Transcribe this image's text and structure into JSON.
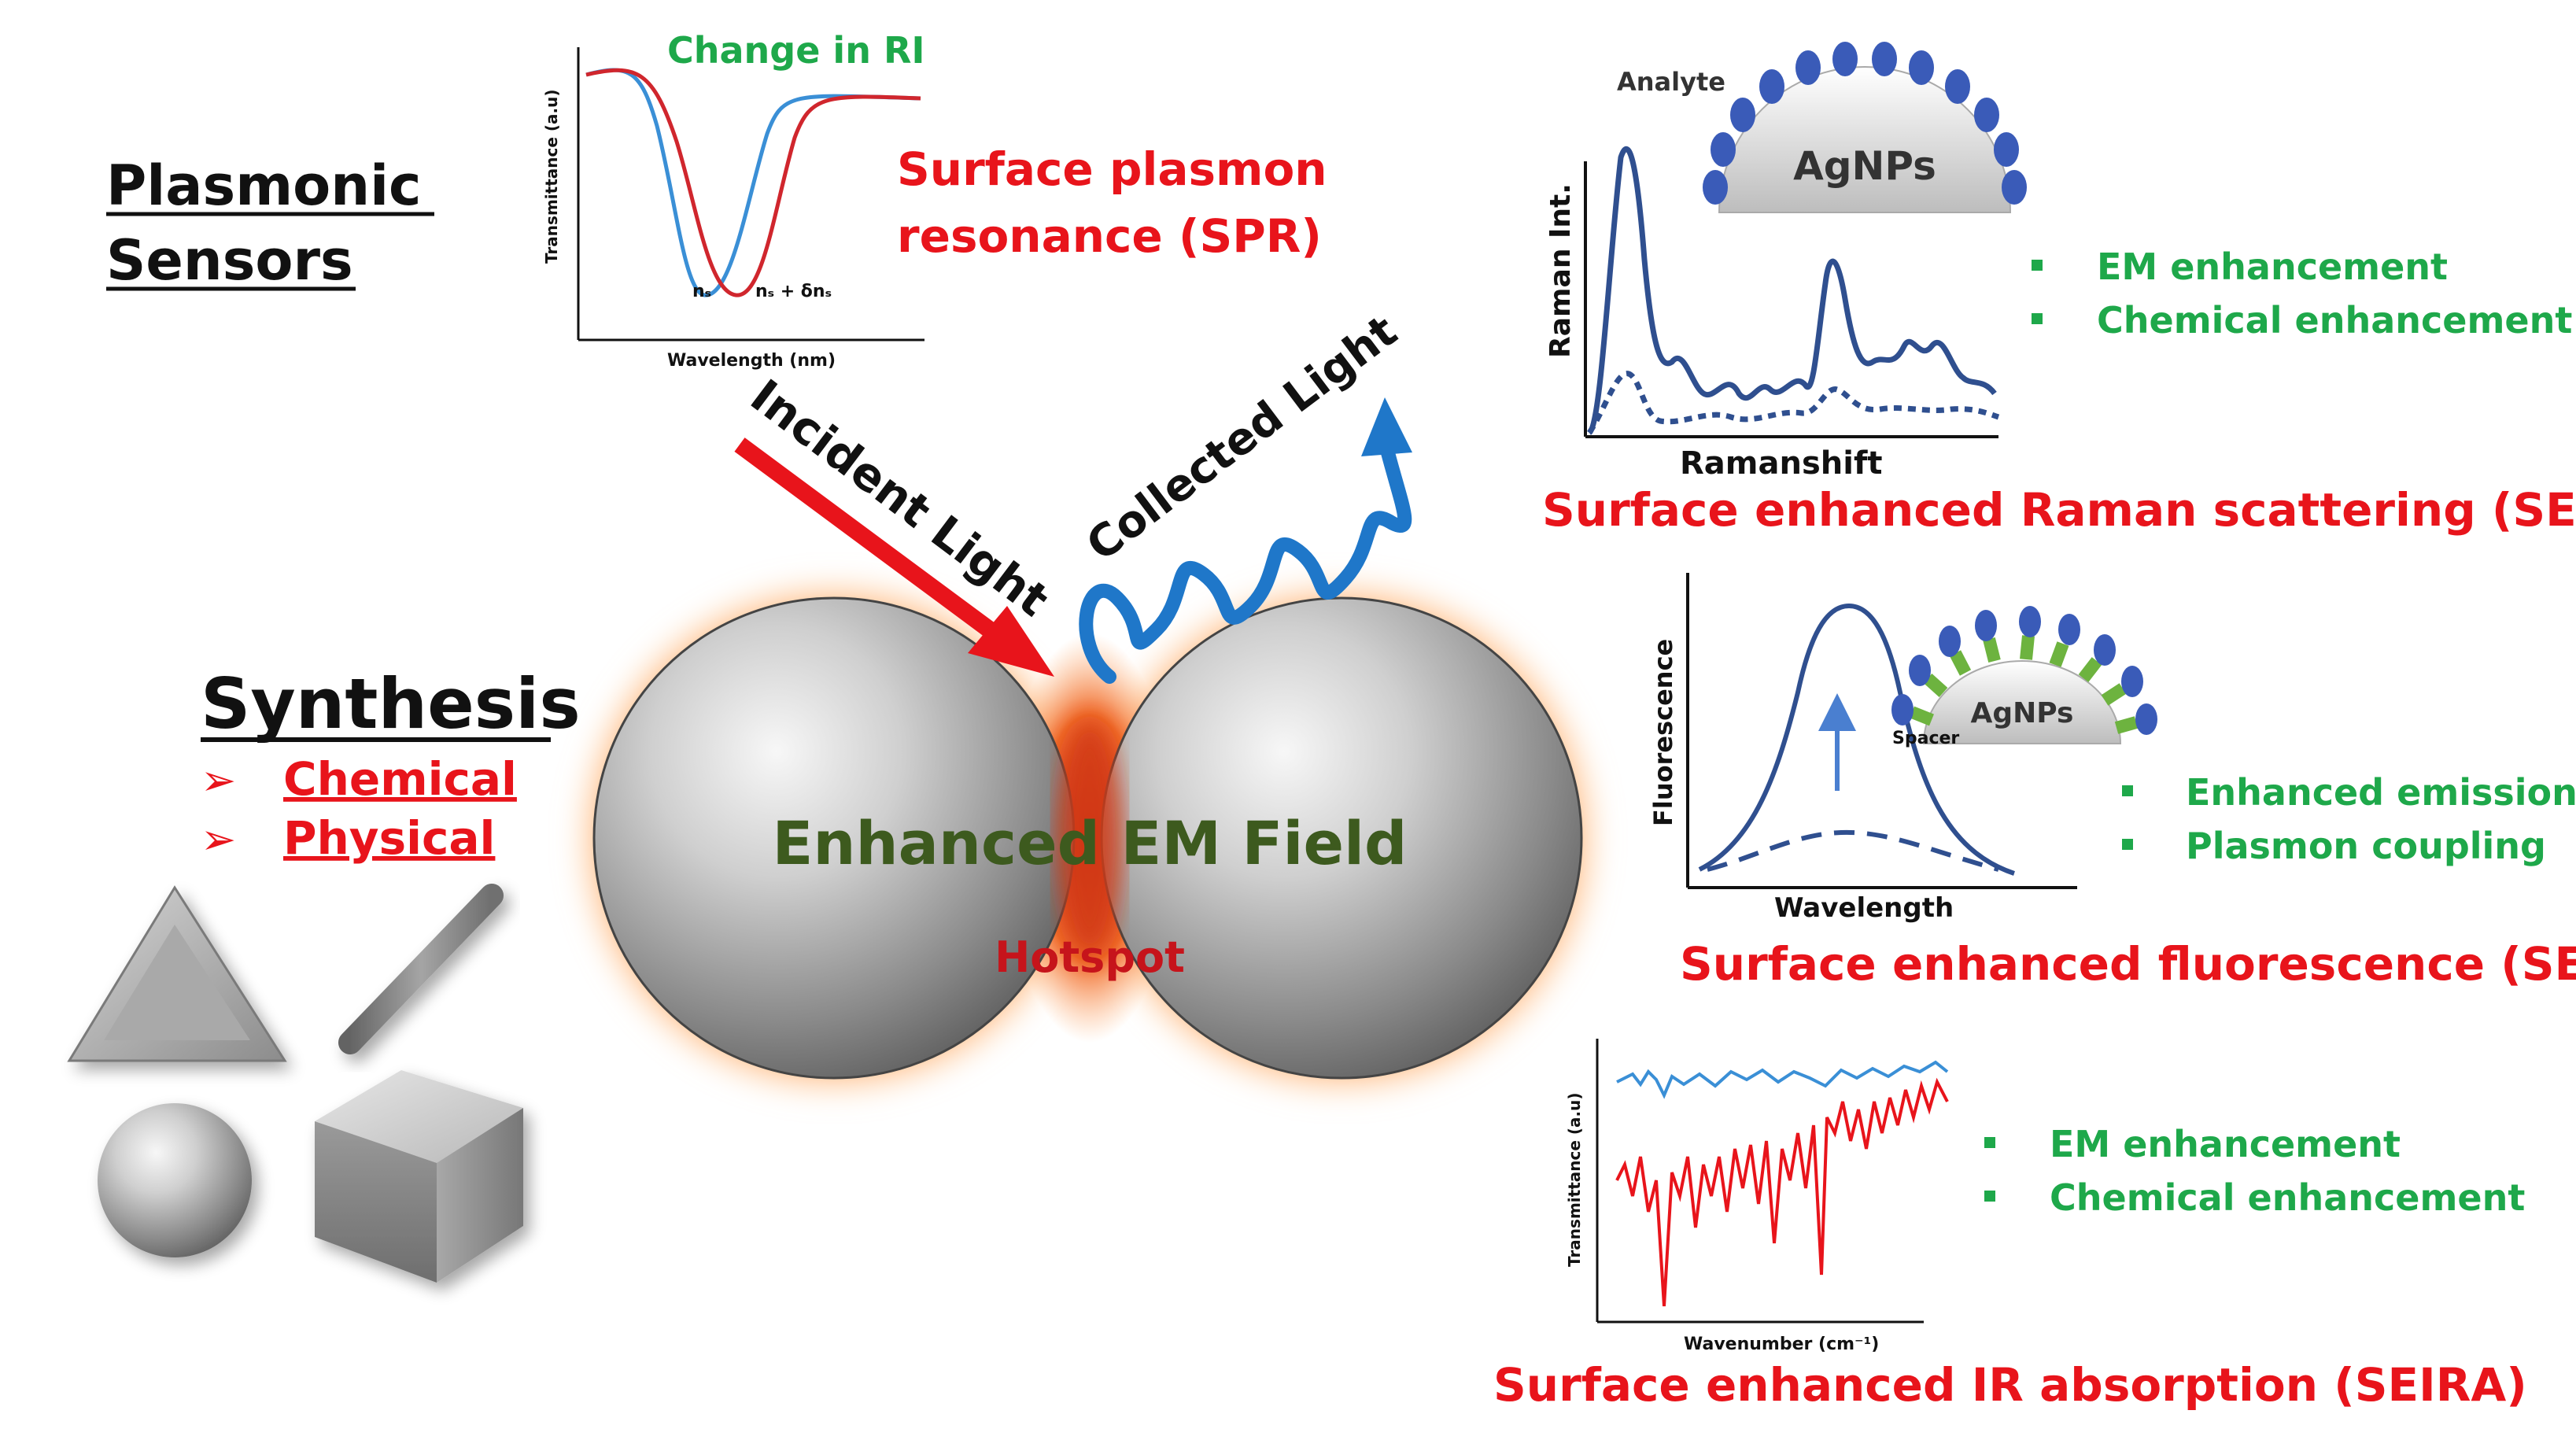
{
  "left": {
    "title_line1": "Plasmonic",
    "title_line2": "Sensors",
    "synthesis_title": "Synthesis",
    "synthesis_items": [
      "Chemical",
      "Physical"
    ],
    "bullet_glyph": "➢"
  },
  "center": {
    "incident_label": "Incident Light",
    "collected_label": "Collected Light",
    "field_label": "Enhanced  EM Field",
    "hotspot_label": "Hotspot"
  },
  "spr": {
    "change_label": "Change in RI",
    "ylabel": "Transmittance (a.u)",
    "xlabel": "Wavelength (nm)",
    "n1": "nₛ",
    "n2": "nₛ + δnₛ",
    "title_line1": "Surface plasmon",
    "title_line2": "resonance (SPR)"
  },
  "sers": {
    "analyte_label": "Analyte",
    "np_label": "AgNPs",
    "ylabel": "Raman Int.",
    "xlabel": "Ramanshift",
    "bullets": [
      "EM enhancement",
      "Chemical enhancement"
    ],
    "title": "Surface enhanced Raman scattering (SERS)"
  },
  "sef": {
    "np_label": "AgNPs",
    "spacer_label": "Spacer",
    "ylabel": "Fluorescence",
    "xlabel": "Wavelength",
    "bullets": [
      "Enhanced emission",
      "Plasmon coupling"
    ],
    "title": "Surface enhanced fluorescence (SEF)"
  },
  "seira": {
    "ylabel": "Transmittance (a.u)",
    "xlabel": "Wavenumber (cm⁻¹)",
    "bullets": [
      "EM enhancement",
      "Chemical enhancement"
    ],
    "title": "Surface enhanced IR absorption (SEIRA)"
  },
  "colors": {
    "red": "#e8141b",
    "green": "#1ea84a",
    "field_green": "#3d5a1e",
    "hotspot": "#c6141b",
    "blue": "#1f77c9",
    "navy": "#2f4f8f",
    "np_blue": "#3a5bb8",
    "spacer_green": "#6db33f"
  }
}
